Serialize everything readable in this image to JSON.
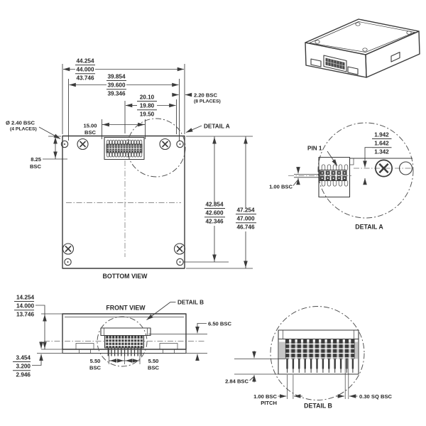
{
  "bottom": {
    "label": "BOTTOM VIEW",
    "detail_callout": "DETAIL A",
    "overall_width": {
      "max": "44.254",
      "nom": "44.000",
      "min": "43.746"
    },
    "hole_span_w": {
      "max": "39.854",
      "nom": "39.600",
      "min": "39.346"
    },
    "conn_offset": {
      "max": "20.10",
      "nom": "19.80",
      "min": "19.50"
    },
    "edge_bsc": "2.20 BSC",
    "edge_bsc_note": "(8 PLACES)",
    "hole_dia": "Ø 2.40 BSC",
    "hole_dia_note": "(4 PLACES)",
    "conn_w1": "15.00",
    "conn_w2": "BSC",
    "conn_y1": "8.25",
    "conn_y2": "BSC",
    "hole_span_h": {
      "max": "42.854",
      "nom": "42.600",
      "min": "42.346"
    },
    "overall_height": {
      "max": "47.254",
      "nom": "47.000",
      "min": "46.746"
    }
  },
  "front": {
    "label": "FRONT VIEW",
    "detail_callout": "DETAIL B",
    "overall_height": {
      "max": "14.254",
      "nom": "14.000",
      "min": "13.746"
    },
    "standoff": {
      "max": "3.454",
      "nom": "3.200",
      "min": "2.946"
    },
    "pin_l1": "5.50",
    "pin_l2": "BSC",
    "pin_r1": "5.50",
    "pin_r2": "BSC",
    "conn_height": "6.50 BSC"
  },
  "detail_a": {
    "label": "DETAIL A",
    "pin1": "PIN 1",
    "row_pitch": "1.00 BSC",
    "offset": {
      "max": "1.942",
      "nom": "1.642",
      "min": "1.342"
    }
  },
  "detail_b": {
    "label": "DETAIL B",
    "standoff": "2.84 BSC",
    "pitch1": "1.00 BSC",
    "pitch2": "PITCH",
    "pin_sq": "0.30 SQ BSC"
  }
}
